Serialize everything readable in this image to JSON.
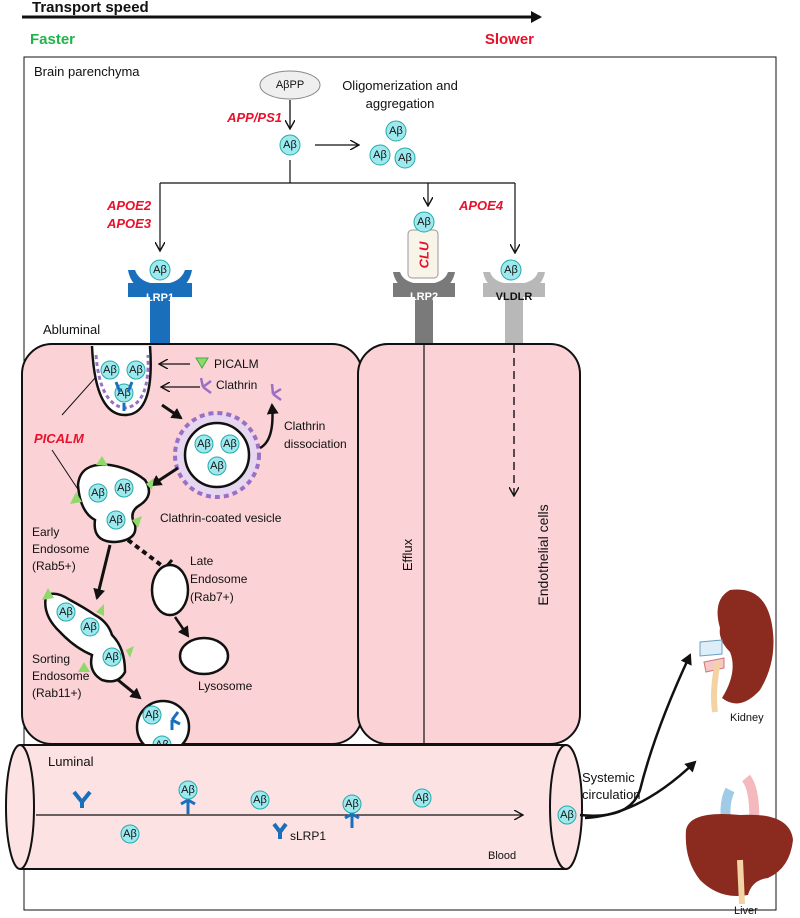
{
  "header": {
    "transport_speed": "Transport speed",
    "faster": "Faster",
    "slower": "Slower",
    "faster_color": "#22b24c",
    "slower_color": "#e8102a"
  },
  "labels": {
    "brain_parenchyma": "Brain parenchyma",
    "abpp": "AβPP",
    "app_ps1": "APP/PS1",
    "oligomerization_line1": "Oligomerization and",
    "oligomerization_line2": "aggregation",
    "apoe2": "APOE2",
    "apoe3": "APOE3",
    "apoe4": "APOE4",
    "clu": "CLU",
    "lrp1": "LRP1",
    "lrp2": "LRP2",
    "vldlr": "VLDLR",
    "abluminal": "Abluminal",
    "picalm_gene": "PICALM",
    "picalm": "PICALM",
    "clathrin": "Clathrin",
    "clathrin_dissociation_line1": "Clathrin",
    "clathrin_dissociation_line2": "dissociation",
    "clathrin_coated_vesicle": "Clathrin-coated vesicle",
    "early_endosome_line1": "Early",
    "early_endosome_line2": "Endosome",
    "early_endosome_line3": "(Rab5+)",
    "late_endosome_line1": "Late",
    "late_endosome_line2": "Endosome",
    "late_endosome_line3": "(Rab7+)",
    "lysosome": "Lysosome",
    "sorting_endosome_line1": "Sorting",
    "sorting_endosome_line2": "Endosome",
    "sorting_endosome_line3": "(Rab11+)",
    "efflux": "Efflux",
    "endothelial_cells": "Endothelial cells",
    "luminal": "Luminal",
    "slrp1": "sLRP1",
    "blood": "Blood",
    "systemic_line1": "Systemic",
    "systemic_line2": "circulation",
    "kidney": "Kidney",
    "liver": "Liver",
    "abeta": "Aβ"
  },
  "colors": {
    "lrp1": "#1a6fbd",
    "lrp2": "#7a7a7a",
    "vldlr": "#b8b8b8",
    "abeta_fill": "#9ee9ee",
    "cell_fill": "#fbd3d6",
    "vessel_fill": "#fde2e4",
    "picalm_triangle": "#8fd86a",
    "clathrin": "#9a6fc6",
    "organ": "#8b2a1e"
  }
}
